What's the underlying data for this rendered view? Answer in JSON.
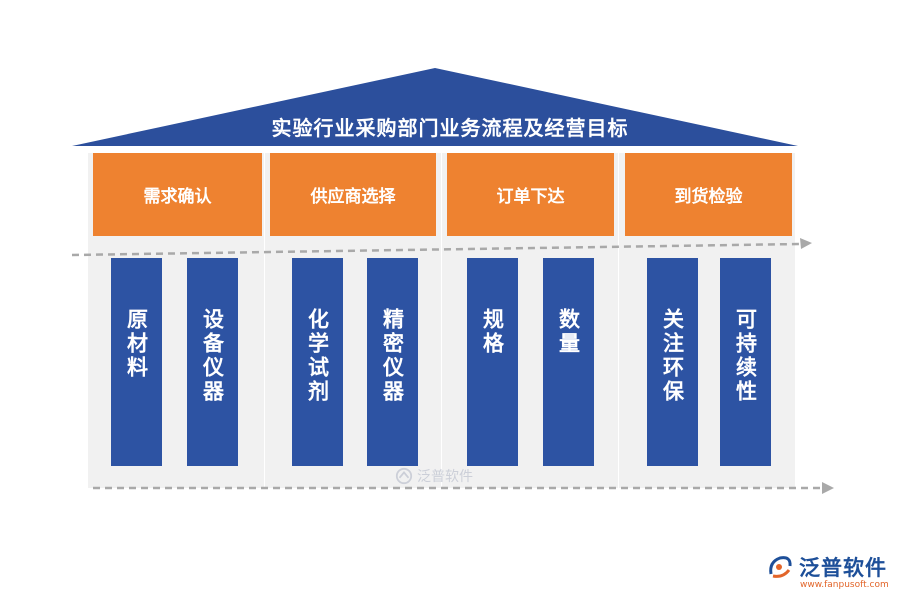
{
  "title": "实验行业采购部门业务流程及经营目标",
  "colors": {
    "roof": "#2c4f9c",
    "header": "#ee8230",
    "bar": "#2d53a3",
    "column": "#f1f1f1",
    "arrow": "#a9a9a9"
  },
  "stages": [
    {
      "label": "需求确认",
      "items": [
        "原材料",
        "设备仪器"
      ]
    },
    {
      "label": "供应商选择",
      "items": [
        "化学试剂",
        "精密仪器"
      ]
    },
    {
      "label": "订单下达",
      "items": [
        "规格",
        "数量"
      ]
    },
    {
      "label": "到货检验",
      "items": [
        "关注环保",
        "可持续性"
      ]
    }
  ],
  "watermark": "泛普软件",
  "logo": {
    "name": "泛普软件",
    "url": "www.fanpusoft.com"
  }
}
